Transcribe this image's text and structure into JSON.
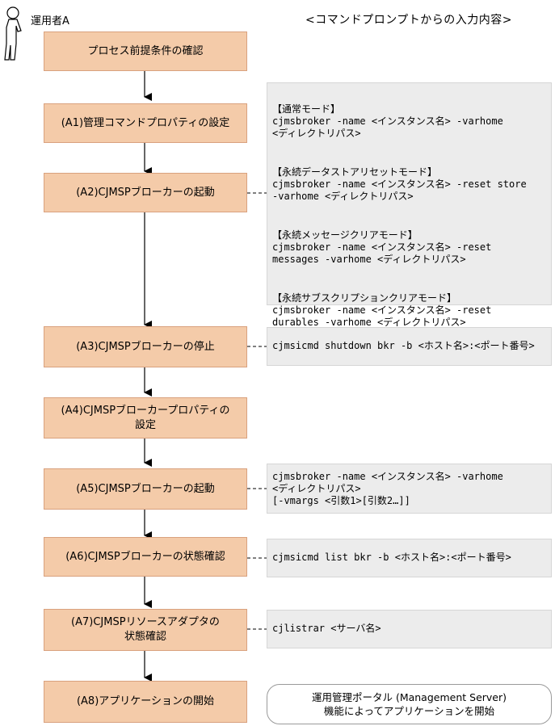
{
  "actor": {
    "label": "運用者A",
    "icon": "person-icon"
  },
  "header": "<コマンドプロンプトからの入力内容>",
  "steps": [
    "プロセス前提条件の確認",
    "(A1)管理コマンドプロパティの設定",
    "(A2)CJMSPブローカーの起動",
    "(A3)CJMSPブローカーの停止",
    "(A4)CJMSPブローカープロパティの\n設定",
    "(A5)CJMSPブローカーの起動",
    "(A6)CJMSPブローカーの状態確認",
    "(A7)CJMSPリソースアダプタの\n状態確認",
    "(A8)アプリケーションの開始"
  ],
  "commands": {
    "a2": [
      "【通常モード】\ncjmsbroker -name <インスタンス名> -varhome\n<ディレクトリパス>",
      "【永続データストアリセットモード】\ncjmsbroker -name <インスタンス名> -reset store\n-varhome <ディレクトリパス>",
      "【永続メッセージクリアモード】\ncjmsbroker -name <インスタンス名> -reset\nmessages -varhome <ディレクトリパス>",
      "【永続サブスクリプションクリアモード】\ncjmsbroker -name <インスタンス名> -reset\ndurables -varhome <ディレクトリパス>"
    ],
    "a3": "cjmsicmd shutdown bkr -b <ホスト名>:<ポート番号>",
    "a5": "cjmsbroker -name <インスタンス名> -varhome\n<ディレクトリパス>\n[-vmargs <引数1>[引数2…]]",
    "a6": "cjmsicmd list bkr -b <ホスト名>:<ポート番号>",
    "a7": "cjlistrar <サーバ名>",
    "a8": "運用管理ポータル (Management Server)\n機能によってアプリケーションを開始"
  }
}
